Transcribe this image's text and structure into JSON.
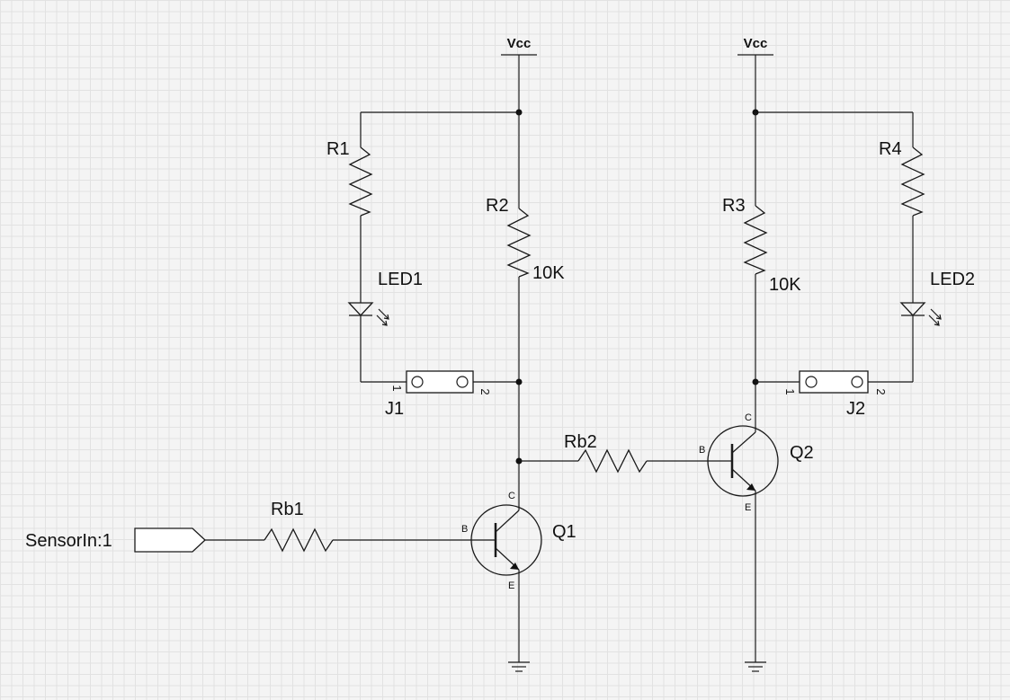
{
  "power": {
    "vcc_left": "Vcc",
    "vcc_right": "Vcc"
  },
  "resistors": {
    "r1": {
      "ref": "R1",
      "value": ""
    },
    "r2": {
      "ref": "R2",
      "value": "10K"
    },
    "r3": {
      "ref": "R3",
      "value": "10K"
    },
    "r4": {
      "ref": "R4",
      "value": ""
    },
    "rb1": {
      "ref": "Rb1"
    },
    "rb2": {
      "ref": "Rb2"
    }
  },
  "leds": {
    "led1": "LED1",
    "led2": "LED2"
  },
  "connectors": {
    "j1": {
      "ref": "J1",
      "pin1": "1",
      "pin2": "2"
    },
    "j2": {
      "ref": "J2",
      "pin1": "1",
      "pin2": "2"
    }
  },
  "transistors": {
    "q1": {
      "ref": "Q1",
      "collector": "C",
      "base": "B",
      "emitter": "E"
    },
    "q2": {
      "ref": "Q2",
      "collector": "C",
      "base": "B",
      "emitter": "E"
    }
  },
  "ports": {
    "sensor_in": "SensorIn:1"
  }
}
